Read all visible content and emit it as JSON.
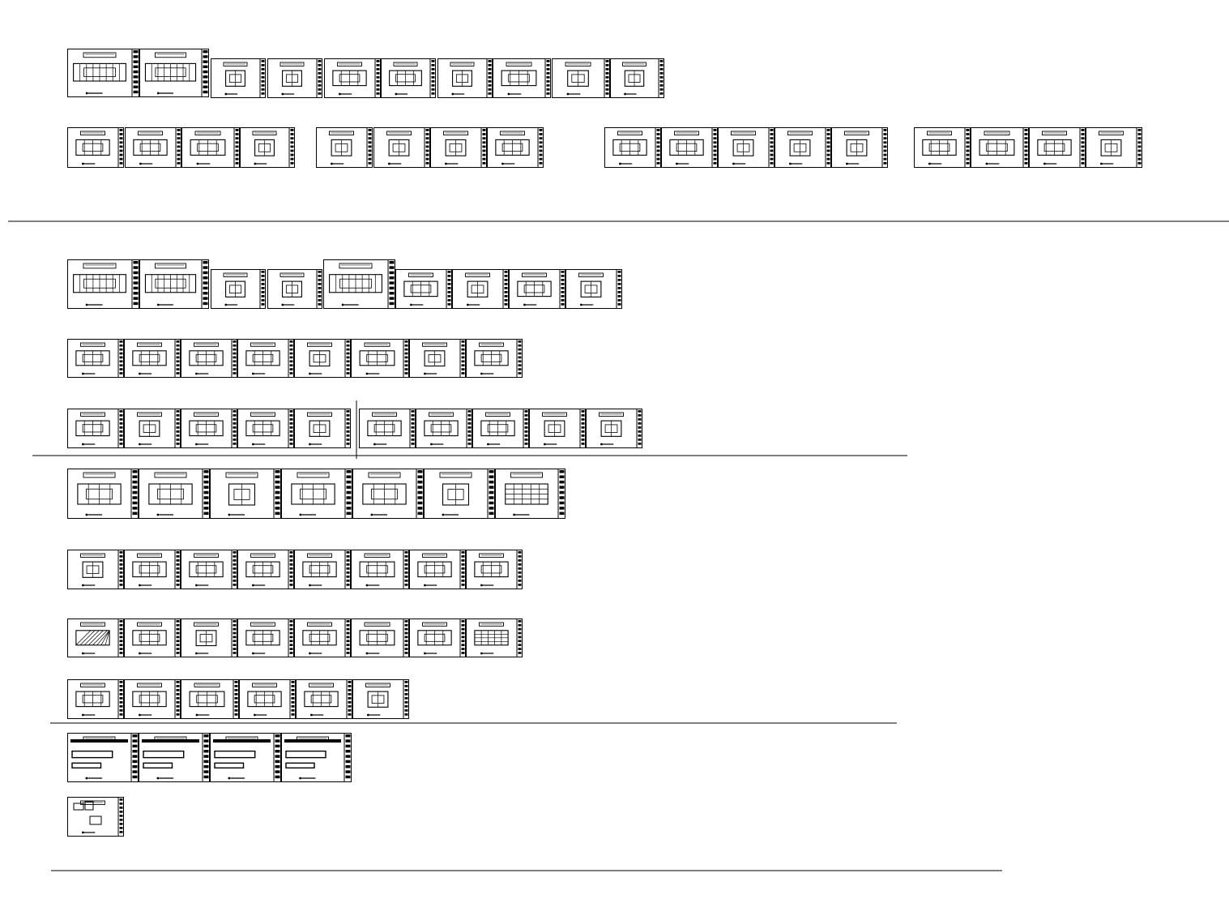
{
  "drawing": {
    "line_color": "#000000",
    "background": "#ffffff",
    "rows": [
      {
        "name": "row-1",
        "sheets": [
          "wide",
          "wide",
          "plan",
          "plan",
          "elev",
          "elev",
          "plan",
          "elev",
          "plan",
          "plan"
        ]
      },
      {
        "name": "row-2",
        "sheets": [
          "elev",
          "elev",
          "elev",
          "plan",
          "plan",
          "plan",
          "plan",
          "elev",
          "elev",
          "elev",
          "plan",
          "plan",
          "plan",
          "elev",
          "elev",
          "elev",
          "plan",
          "plan"
        ]
      },
      {
        "name": "row-3",
        "sheets": [
          "wide",
          "wide",
          "plan",
          "plan",
          "wide",
          "elev",
          "plan",
          "elev",
          "plan"
        ]
      },
      {
        "name": "row-4",
        "sheets": [
          "elev",
          "elev",
          "elev",
          "elev",
          "plan",
          "elev",
          "plan",
          "elev"
        ]
      },
      {
        "name": "row-5",
        "sheets": [
          "elev",
          "plan",
          "elev",
          "elev",
          "plan",
          "elev",
          "elev",
          "elev",
          "plan",
          "plan"
        ]
      },
      {
        "name": "row-6",
        "sheets": [
          "elev",
          "elev",
          "plan",
          "elev",
          "elev",
          "plan",
          "grid"
        ]
      },
      {
        "name": "row-7",
        "sheets": [
          "plan",
          "elev",
          "elev",
          "elev",
          "elev",
          "elev",
          "elev",
          "elev"
        ]
      },
      {
        "name": "row-8",
        "sheets": [
          "hatch",
          "elev",
          "plan",
          "elev",
          "elev",
          "elev",
          "elev",
          "grid"
        ]
      },
      {
        "name": "row-9",
        "sheets": [
          "elev",
          "elev",
          "elev",
          "elev",
          "elev",
          "plan"
        ]
      },
      {
        "name": "row-10",
        "sheets": [
          "detail",
          "detail",
          "detail",
          "detail"
        ]
      },
      {
        "name": "row-11",
        "sheets": [
          "keyplan"
        ]
      }
    ]
  }
}
